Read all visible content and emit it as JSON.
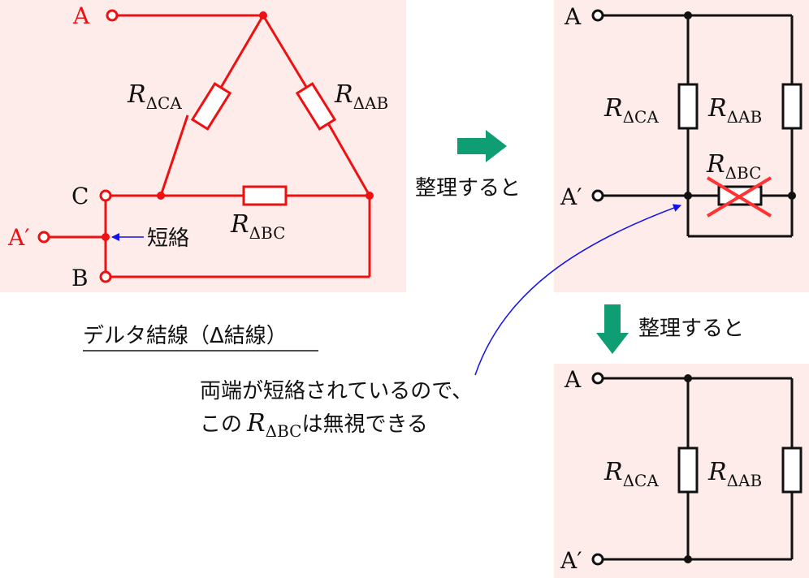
{
  "colors": {
    "panel_bg": "#fdecea",
    "red": "#ee1111",
    "black": "#111111",
    "green": "#0f9d74",
    "blue": "#1111ee",
    "cross": "#ff3333"
  },
  "icons": {
    "step_arrow_right": "green-arrow-right-icon",
    "step_arrow_down": "green-arrow-down-icon",
    "cross_mark": "red-x-icon"
  },
  "delta": {
    "terminals": {
      "A": "A",
      "C": "C",
      "B": "B",
      "A_prime": "A′"
    },
    "resistors": {
      "ca": "CA",
      "ab": "AB",
      "bc": "BC"
    },
    "R": "R",
    "delta_sym": "Δ",
    "short_label": "短絡",
    "caption": "デルタ結線（Δ結線）"
  },
  "step1": {
    "label": "整理すると",
    "terminals": {
      "A": "A",
      "A_prime": "A′"
    },
    "resistors": {
      "ca": "CA",
      "ab": "AB",
      "bc": "BC"
    }
  },
  "step2": {
    "label": "整理すると",
    "terminals": {
      "A": "A",
      "A_prime": "A′"
    },
    "resistors": {
      "ca": "CA",
      "ab": "AB"
    }
  },
  "note": {
    "line1": "両端が短絡されているので、",
    "line2_pre": "この",
    "line2_sub": "BC",
    "line2_post": "は無視できる"
  }
}
